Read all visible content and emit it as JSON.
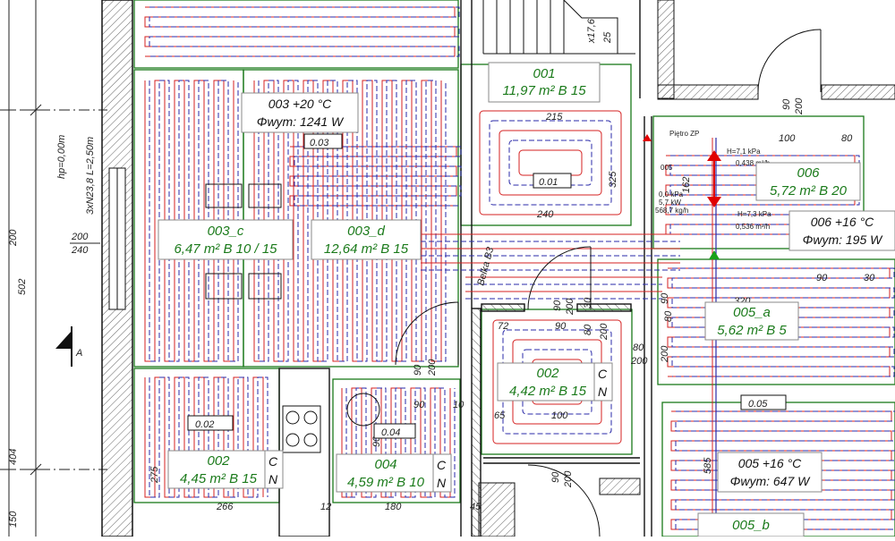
{
  "drawing": {
    "colors": {
      "wall": "#111111",
      "heating_supply": "#d42020",
      "heating_return": "#2a2aa8",
      "room_outline": "#1a7a1a",
      "label_text": "#1a7a1a",
      "hatch": "#555555",
      "marker_red": "#e00000",
      "marker_green": "#1aa01a"
    },
    "rooms": [
      {
        "id": "001",
        "line1": "001",
        "line2": "11,97 m²  B 15"
      },
      {
        "id": "003_c",
        "line1": "003_c",
        "line2": "6,47 m²  B 10 / 15"
      },
      {
        "id": "003_d",
        "line1": "003_d",
        "line2": "12,64 m²  B 15"
      },
      {
        "id": "006",
        "line1": "006",
        "line2": "5,72 m²  B 20"
      },
      {
        "id": "005_a",
        "line1": "005_a",
        "line2": "5,62 m²  B 5"
      },
      {
        "id": "002_center",
        "line1": "002",
        "line2": "4,42 m²  B 15"
      },
      {
        "id": "002_left",
        "line1": "002",
        "line2": "4,45 m²  B 15"
      },
      {
        "id": "004",
        "line1": "004",
        "line2": "4,59 m²  B 10"
      },
      {
        "id": "005_b",
        "line1": "005_b",
        "line2": ""
      }
    ],
    "info_boxes": [
      {
        "id": "003",
        "line1": "003  +20 °C",
        "line2": "Φwym: 1241 W"
      },
      {
        "id": "006",
        "line1": "006  +16 °C",
        "line2": "Φwym: 195 W"
      },
      {
        "id": "005",
        "line1": "005  +16 °C",
        "line2": "Φwym: 647 W"
      }
    ],
    "tags": [
      "0.03",
      "0.01",
      "0.02",
      "0.04",
      "0.05"
    ],
    "cn_marks": [
      {
        "c": "C",
        "n": "N"
      },
      {
        "c": "C",
        "n": "N"
      },
      {
        "c": "C",
        "n": "N"
      }
    ],
    "dimensions": {
      "d215": "215",
      "d240a": "240",
      "d325": "325",
      "d100a": "100",
      "d80a": "80",
      "d90a": "90",
      "d30": "30",
      "d320": "320",
      "d72": "72",
      "d90b": "90",
      "d80b": "80",
      "d80c": "80",
      "d200a": "200",
      "d100b": "100",
      "d65": "65",
      "d90c": "90",
      "d10": "10",
      "d266": "266",
      "d12": "12",
      "d180": "180",
      "d45": "45",
      "d275": "275",
      "d90d": "90",
      "d200b": "200",
      "d90e": "90",
      "d200c": "200",
      "d30b": "30",
      "d200d": "200",
      "d90f": "90",
      "d200e": "200",
      "d162": "162",
      "d585": "585",
      "d90g": "90",
      "d200f": "200",
      "d90h": "90",
      "d200g": "200",
      "d176": "x17,6",
      "d25": "25",
      "d200h": "200",
      "d200i": "200",
      "d240b": "240",
      "d200j": "200",
      "d502": "502",
      "d404": "404",
      "d150": "150",
      "d90i": "90",
      "d80d": "80"
    },
    "wall_notes": {
      "hp": "hp=0,00m",
      "spec": "3xN23,8  L=2,50m",
      "section": "A",
      "beam": "Belka B3",
      "floor_note": "Piętro ZP"
    },
    "valve_notes": {
      "v1": "H=7,1 kPa",
      "v2": "0,438 m³/h",
      "v3": "0,0 kPa",
      "v4": "5,7 kW",
      "v5": "568,7 kg/h",
      "v6": "H=7,3 kPa",
      "v7": "0,536 m³/h",
      "v8": "005"
    }
  }
}
